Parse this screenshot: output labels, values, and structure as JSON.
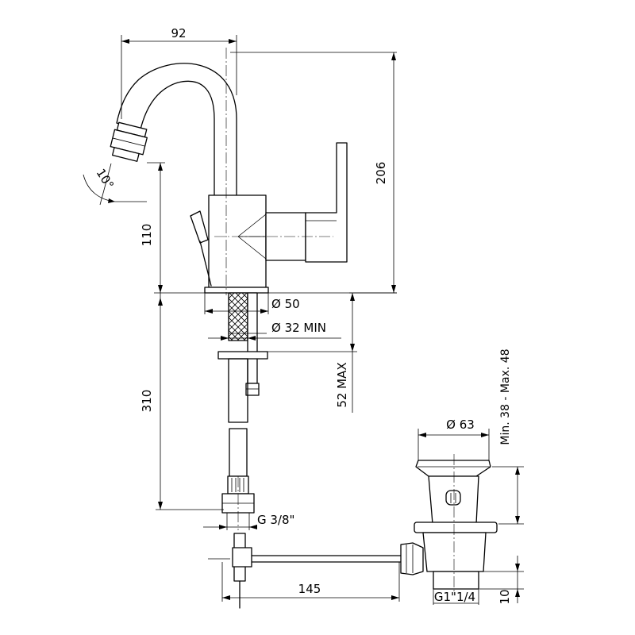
{
  "dimensions": {
    "spout_reach": "92",
    "total_height": "206",
    "spout_height": "110",
    "hose_length": "310",
    "angle": "10°",
    "base_diameter": "Ø 50",
    "hole_diameter": "Ø 32 MIN",
    "deck_thickness": "52 MAX",
    "connection": "G 3/8\"",
    "rod_length": "145",
    "waste_diameter": "Ø 63",
    "waste_range": "Min. 38 - Max. 48",
    "waste_thread": "G1\"1/4",
    "waste_tail": "10"
  }
}
